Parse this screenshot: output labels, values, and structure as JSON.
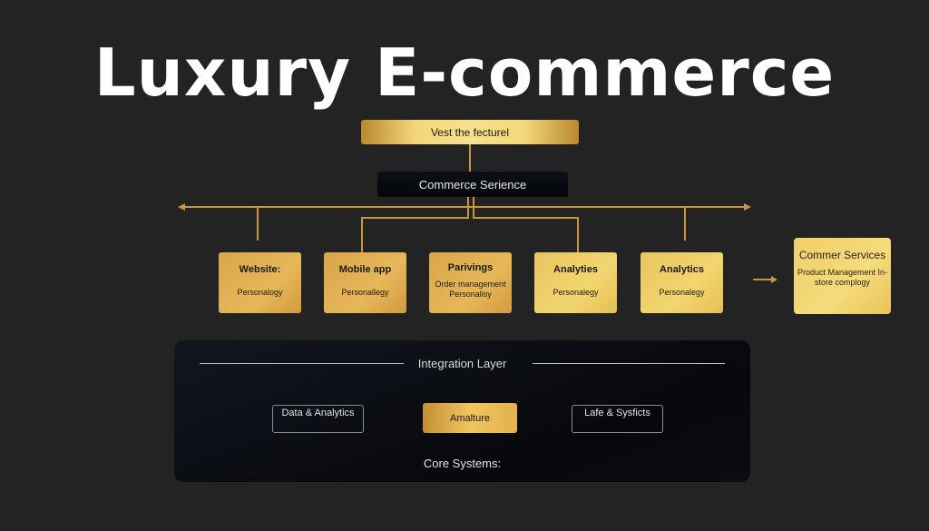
{
  "title": "Luxury E-commerce",
  "top_node": "Vest the fecturel",
  "hub_node": "Commerce Serience",
  "cards": [
    {
      "title": "Website:",
      "subtitle": "Personalogy"
    },
    {
      "title": "Mobile app",
      "subtitle": "Personallegy"
    },
    {
      "title": "Parivings",
      "subtitle": "Order management Personalisy"
    },
    {
      "title": "Analyties",
      "subtitle": "Personalegy"
    },
    {
      "title": "Analytics",
      "subtitle": "Personalegy"
    }
  ],
  "services": {
    "title": "Commer Services",
    "subtitle": "Product Management In-store complogy"
  },
  "integration": {
    "label": "Integration Layer",
    "boxes": [
      "Data & Analytics",
      "Amalture",
      "Lafe & Sysficts"
    ],
    "footer": "Core Systems:"
  },
  "colors": {
    "gold": "#d9a548",
    "line": "#c9963a",
    "background": "#232323"
  }
}
